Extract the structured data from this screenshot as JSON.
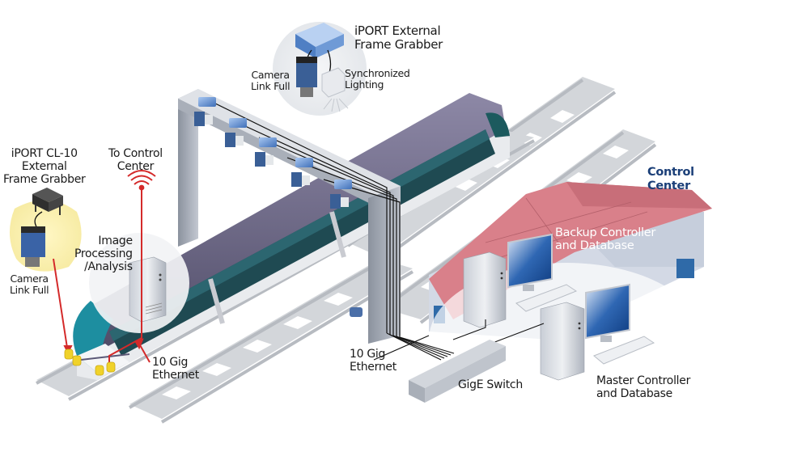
{
  "diagram": {
    "labels": {
      "iport_external": [
        "iPORT External",
        "Frame Grabber"
      ],
      "camera_link_top": [
        "Camera",
        "Link Full"
      ],
      "sync_lighting": [
        "Synchronized",
        "Lighting"
      ],
      "iport_cl10": [
        "iPORT CL-10",
        "External",
        "Frame Grabber"
      ],
      "camera_link_left": [
        "Camera",
        "Link Full"
      ],
      "to_control": [
        "To Control",
        "Center"
      ],
      "image_processing": [
        "Image",
        "Processing",
        "/Analysis"
      ],
      "ten_gig_left": [
        "10 Gig",
        "Ethernet"
      ],
      "ten_gig_mid": [
        "10 Gig",
        "Ethernet"
      ],
      "control_center": [
        "Control",
        "Center"
      ],
      "backup_controller": [
        "Backup Controller",
        "and Database"
      ],
      "gige_switch": "GigE Switch",
      "master_controller": [
        "Master Controller",
        "and Database"
      ]
    },
    "colors": {
      "signal_red": "#d42a2a",
      "control_center_blue": "#1b3f78",
      "roof_red": "#d9808a",
      "train_purple": "#5e5a78",
      "window_teal": "#1f4a52",
      "gantry_gray": "#9aa1ad",
      "rail_gray": "#c9ccd1",
      "device_blue": "#5b8fd6",
      "sensor_yellow": "#f0d22a"
    },
    "icons": [
      "camera-icon",
      "frame-grabber-icon",
      "lighting-icon",
      "wireless-signal-icon",
      "server-tower-icon",
      "monitor-icon",
      "keyboard-icon",
      "network-switch-icon",
      "train-icon",
      "gantry-icon",
      "building-icon",
      "rail-track-icon"
    ]
  }
}
